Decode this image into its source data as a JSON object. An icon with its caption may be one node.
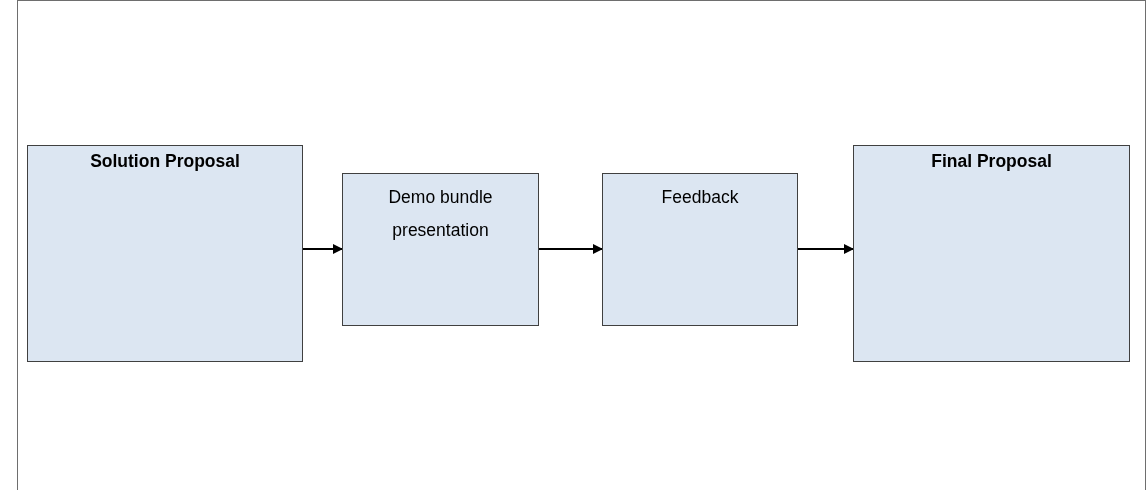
{
  "diagram": {
    "nodes": [
      {
        "text": [
          "Solution Proposal"
        ]
      },
      {
        "text": [
          "Demo bundle presentation"
        ]
      },
      {
        "text": [
          "Feedback"
        ]
      },
      {
        "text": [
          "Final Proposal"
        ]
      }
    ],
    "edges": [
      {
        "from": 0,
        "to": 1,
        "arrow": "to"
      },
      {
        "from": 1,
        "to": 2,
        "arrow": "to"
      },
      {
        "from": 2,
        "to": 3,
        "arrow": "to"
      }
    ]
  }
}
